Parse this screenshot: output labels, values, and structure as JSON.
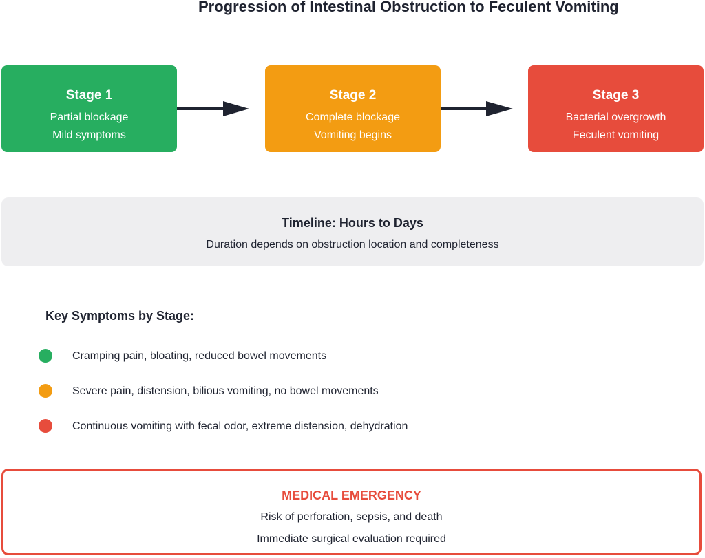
{
  "title": "Progression of Intestinal Obstruction to Feculent Vomiting",
  "colors": {
    "stage1": "#27ae60",
    "stage2": "#f39c12",
    "stage3": "#e74c3c",
    "arrow": "#1f2330",
    "timeline_bg": "#eeeef0",
    "emergency": "#e74c3c"
  },
  "stages": [
    {
      "title": "Stage 1",
      "line1": "Partial blockage",
      "line2": "Mild symptoms"
    },
    {
      "title": "Stage 2",
      "line1": "Complete blockage",
      "line2": "Vomiting begins"
    },
    {
      "title": "Stage 3",
      "line1": "Bacterial overgrowth",
      "line2": "Feculent vomiting"
    }
  ],
  "timeline": {
    "title": "Timeline: Hours to Days",
    "subtitle": "Duration depends on obstruction location and completeness"
  },
  "symptoms": {
    "heading": "Key Symptoms by Stage:",
    "items": [
      {
        "text": "Cramping pain, bloating, reduced bowel movements"
      },
      {
        "text": "Severe pain, distension, bilious vomiting, no bowel movements"
      },
      {
        "text": "Continuous vomiting with fecal odor, extreme distension, dehydration"
      }
    ]
  },
  "emergency": {
    "title": "MEDICAL EMERGENCY",
    "line1": "Risk of perforation, sepsis, and death",
    "line2": "Immediate surgical evaluation required"
  }
}
